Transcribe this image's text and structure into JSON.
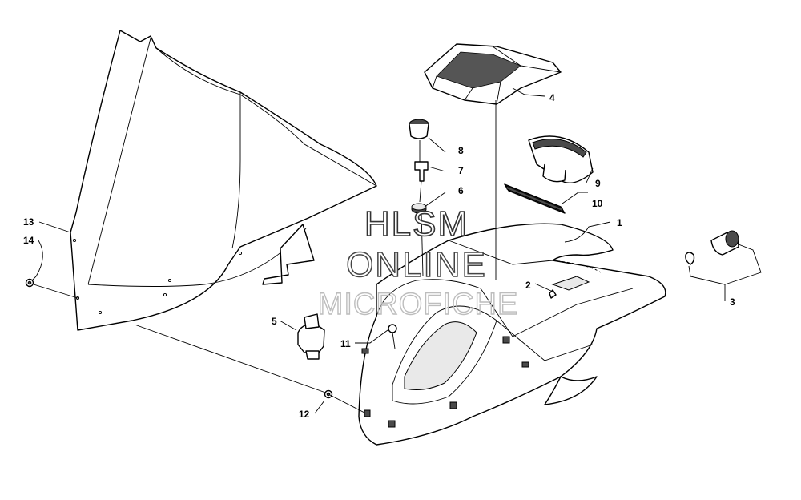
{
  "callouts": {
    "c1": "1",
    "c2": "2",
    "c3": "3",
    "c4": "4",
    "c5": "5",
    "c6": "6",
    "c7": "7",
    "c8": "8",
    "c9": "9",
    "c10": "10",
    "c11": "11",
    "c12": "12",
    "c13": "13",
    "c14": "14"
  },
  "watermark": {
    "line1": "HLSM",
    "line2": "ONLINE",
    "line3": "MICROFICHE"
  },
  "colors": {
    "line": "#000000",
    "background": "#ffffff",
    "watermark_faint": "#bdbdbd"
  }
}
